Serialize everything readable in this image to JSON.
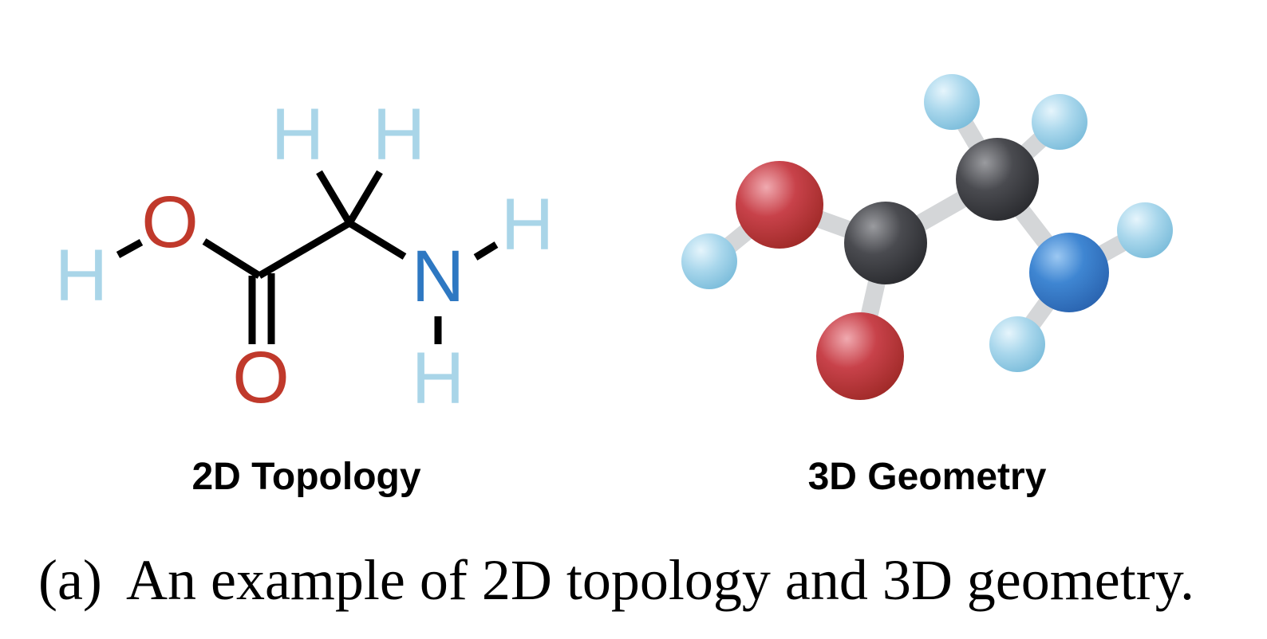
{
  "topology_2d": {
    "label": "2D Topology",
    "atoms": {
      "h_hydroxyl": "H",
      "o_hydroxyl": "O",
      "o_carbonyl": "O",
      "h_alpha_1": "H",
      "h_alpha_2": "H",
      "n_amine": "N",
      "h_amine_1": "H",
      "h_amine_2": "H"
    }
  },
  "geometry_3d": {
    "label": "3D Geometry"
  },
  "caption": {
    "marker": "(a)",
    "text": "An example of 2D topology and 3D geometry."
  },
  "colors": {
    "hydrogen": "#a9d5e8",
    "oxygen": "#c0392b",
    "nitrogen": "#2e78c2",
    "carbon": "#3d3e42",
    "bond": "#000000",
    "bond_3d": "#d4d6d8"
  }
}
